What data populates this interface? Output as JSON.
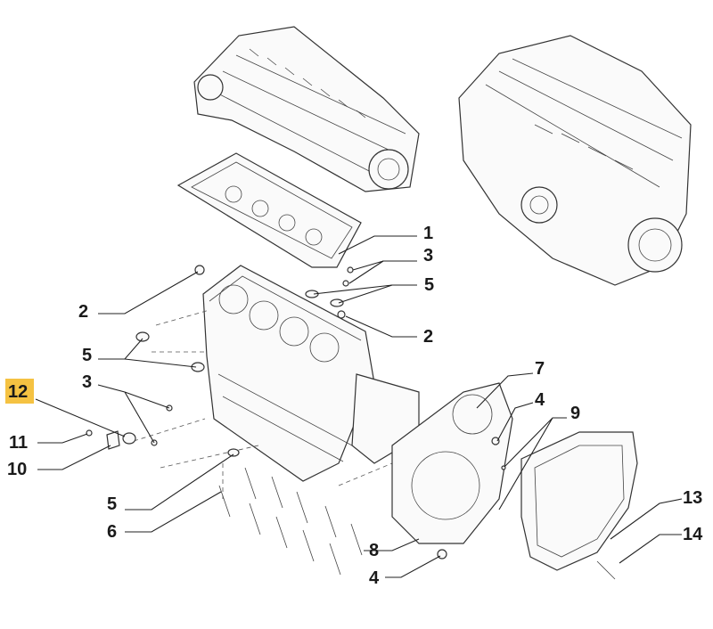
{
  "highlight_color": "#f5c242",
  "callouts": [
    {
      "id": "c1",
      "label": "1"
    },
    {
      "id": "c2a",
      "label": "2"
    },
    {
      "id": "c2b",
      "label": "2"
    },
    {
      "id": "c3a",
      "label": "3"
    },
    {
      "id": "c3b",
      "label": "3"
    },
    {
      "id": "c4a",
      "label": "4"
    },
    {
      "id": "c4b",
      "label": "4"
    },
    {
      "id": "c5a",
      "label": "5"
    },
    {
      "id": "c5b",
      "label": "5"
    },
    {
      "id": "c5c",
      "label": "5"
    },
    {
      "id": "c6",
      "label": "6"
    },
    {
      "id": "c7",
      "label": "7"
    },
    {
      "id": "c8",
      "label": "8"
    },
    {
      "id": "c9",
      "label": "9"
    },
    {
      "id": "c10",
      "label": "10"
    },
    {
      "id": "c11",
      "label": "11"
    },
    {
      "id": "c12",
      "label": "12",
      "highlighted": true
    },
    {
      "id": "c13",
      "label": "13"
    },
    {
      "id": "c14",
      "label": "14"
    }
  ]
}
